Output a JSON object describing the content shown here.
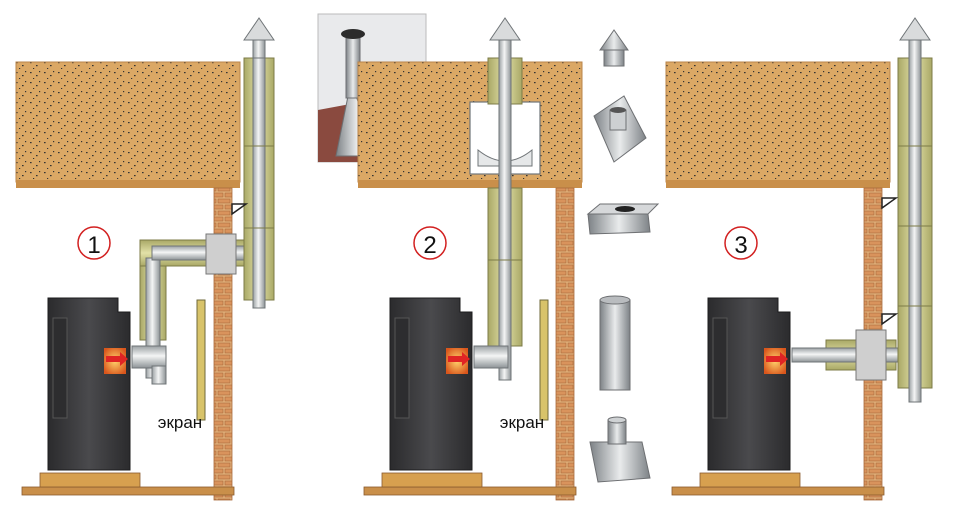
{
  "diagrams": [
    {
      "number": "1",
      "screen_label": "экран"
    },
    {
      "number": "2",
      "screen_label": "экран"
    },
    {
      "number": "3",
      "screen_label": ""
    }
  ],
  "colors": {
    "ceiling": "#d9a35a",
    "ceiling_edge": "#c98f4a",
    "brick": "#d9a06a",
    "insulation": "#c8c78a",
    "pipe": "#d7d9da",
    "stove": "#3a3a3c",
    "circle_stroke": "#d22020",
    "floor": "#c98f4a"
  },
  "icons": [
    "cap-icon",
    "roof-flashing-icon",
    "ceiling-box-icon",
    "pipe-section-icon",
    "tee-adapter-icon",
    "roof-chimney-photo"
  ]
}
